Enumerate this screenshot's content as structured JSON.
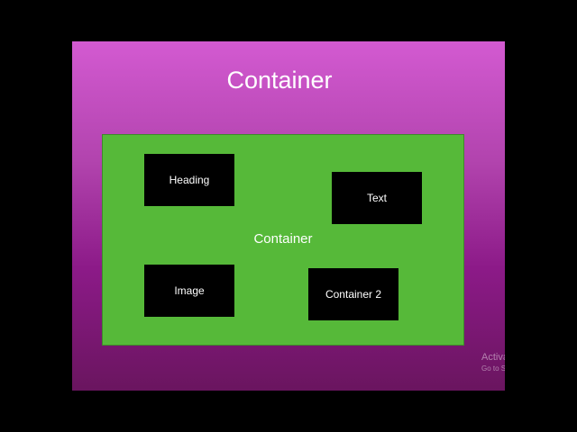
{
  "slide": {
    "title": "Container",
    "inner_container": {
      "label": "Container",
      "boxes": {
        "heading": "Heading",
        "text": "Text",
        "image": "Image",
        "container2": "Container 2"
      }
    }
  },
  "watermark": {
    "line1": "Activa",
    "line2": "Go to S"
  },
  "colors": {
    "page_background": "#000000",
    "slide_gradient_top": "#d35ad1",
    "slide_gradient_bottom": "#6a155f",
    "inner_container": "#56b939",
    "box_fill": "#000000",
    "text": "#ffffff"
  }
}
